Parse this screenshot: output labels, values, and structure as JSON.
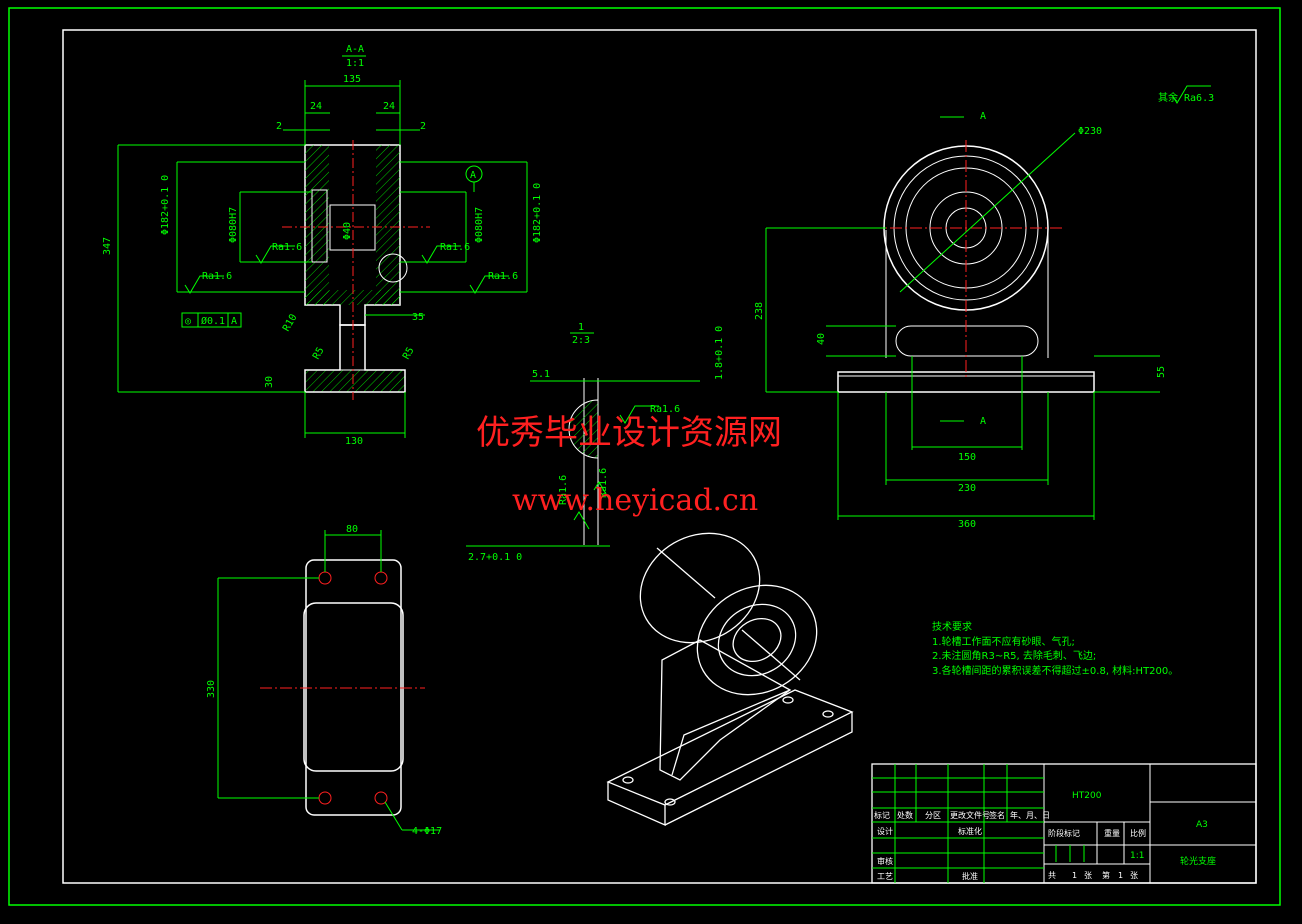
{
  "section_view": {
    "title": "A-A",
    "scale": "1:1",
    "dims": {
      "top_width": "135",
      "left_wall": "24",
      "right_wall": "24",
      "left_gap": "2",
      "right_gap": "2",
      "overall_height": "347",
      "left_dia": "Φ182+0.1 0",
      "inner_left": "Φ080H7",
      "inner_right": "Φ080H7",
      "right_dia": "Φ182+0.1 0",
      "center_bore": "Φ40",
      "bottom_width": "130",
      "base_height": "30",
      "stem_width": "35",
      "chamfer_left": "R5",
      "chamfer_right": "R5",
      "fillet": "R10"
    },
    "roughness": [
      "Ra1.6",
      "Ra1.6",
      "Ra1.6",
      "Ra1.6"
    ],
    "datum": "A",
    "tolerance_frame": [
      "◎",
      "Ø0.1",
      "A"
    ]
  },
  "detail_view": {
    "scale_num": "1",
    "scale_den": "2:3",
    "dims": {
      "top": "5.1",
      "right": "1.8+0.1 0",
      "bottom": "2.7+0.1 0"
    },
    "roughness": [
      "Ra1.6",
      "Ra1.6",
      "Ra1.6"
    ]
  },
  "front_view": {
    "dims": {
      "dia": "Φ230",
      "height": "238",
      "slot": "40",
      "base": "55",
      "w150": "150",
      "w230": "230",
      "w360": "360"
    },
    "section_mark": "A",
    "roughness_general": "其余 Ra6.3"
  },
  "top_view": {
    "dims": {
      "width": "80",
      "length": "330",
      "holes": "4-Φ17"
    }
  },
  "watermark": {
    "line1": "优秀毕业设计资源网",
    "line2": "www.heyicad.cn"
  },
  "tech_requirements": {
    "heading": "技术要求",
    "items": [
      "1.轮槽工作面不应有砂眼、气孔;",
      "2.未注圆角R3~R5, 去除毛刺、飞边;",
      "3.各轮槽间距的累积误差不得超过±0.8, 材料:HT200。"
    ]
  },
  "title_block": {
    "material": "HT200",
    "sheet_size": "A3",
    "part_name": "轮光支座",
    "row_labels": [
      "标记",
      "处数",
      "分区",
      "更改文件号",
      "签名",
      "年、月、日"
    ],
    "left_labels": [
      "设计",
      "标准化",
      "审核",
      "工艺",
      "批准"
    ],
    "stage_labels": [
      "阶段标记",
      "重量",
      "比例"
    ],
    "scale": "1:1",
    "sheet_count": [
      "共",
      "1",
      "张",
      "第",
      "1",
      "张"
    ]
  }
}
